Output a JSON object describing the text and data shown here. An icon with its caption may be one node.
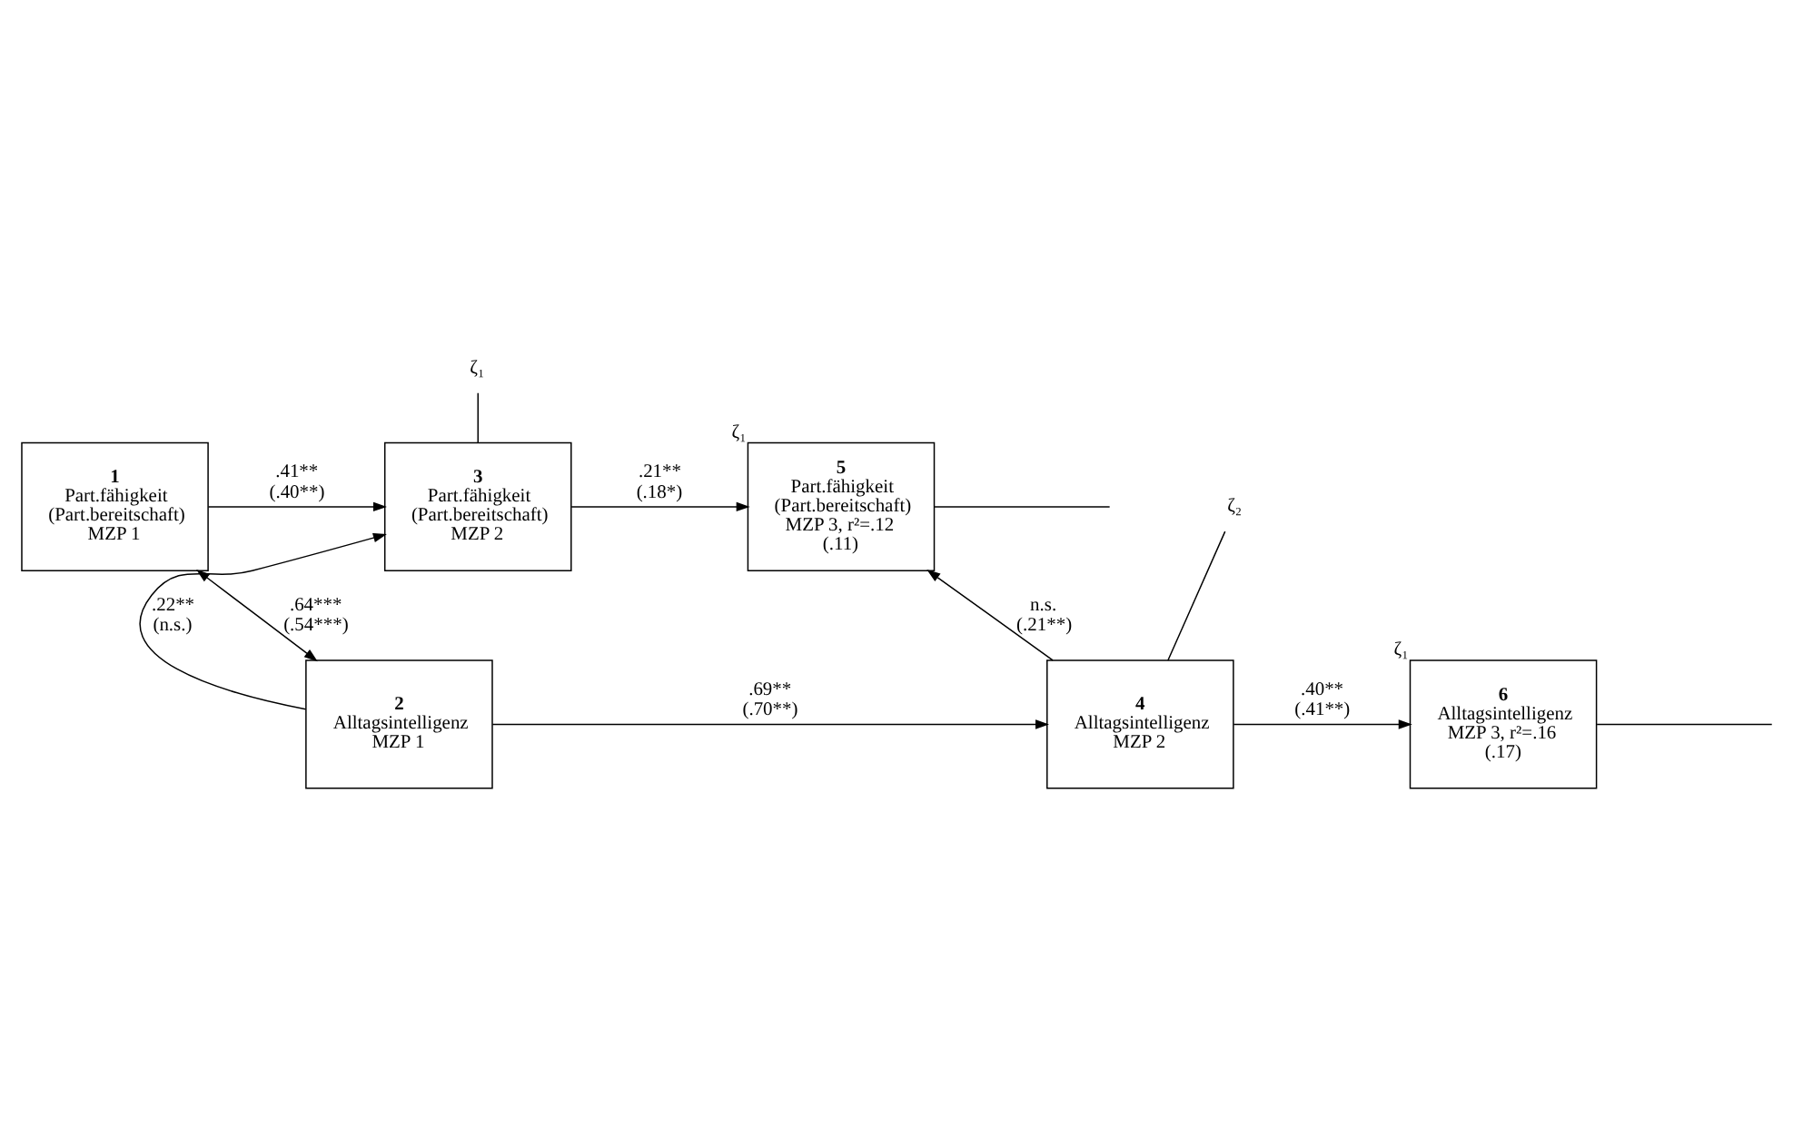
{
  "diagram": {
    "nodes": [
      {
        "text": [
          "ζ₁"
        ]
      },
      {
        "text": [
          "1",
          "Part.fähigkeit (Part.bereitschaft) MZP 1"
        ]
      },
      {
        "text": [
          "3",
          "Part.fähigkeit (Part.bereitschaft) MZP 2"
        ]
      },
      {
        "text": [
          "5",
          "Part.fähigkeit (Part.bereitschaft) MZP 3, r²=.12 (.11)"
        ],
        "beside": [
          "ζ₁"
        ]
      },
      {
        "text": [
          "ζ₂"
        ]
      },
      {
        "text": [
          "2",
          "Alltagsintelligenz",
          "MZP 1"
        ]
      },
      {
        "text": [
          "4",
          "Alltagsintelligenz",
          "MZP 2"
        ]
      },
      {
        "text": [
          "6",
          "Alltagsintelligenz MZP 3, r²=.16 (.17)"
        ],
        "beside": [
          "ζ₁"
        ]
      }
    ],
    "edges": [
      {
        "from": 0,
        "to": 2,
        "arrow": "none"
      },
      {
        "from": 1,
        "to": 2,
        "arrow": "to",
        "label": ".41** (.40**)"
      },
      {
        "from": 2,
        "to": 3,
        "arrow": "to",
        "label": ".21** (.18*)"
      },
      {
        "from": 3,
        "to": null,
        "arrow": "none"
      },
      {
        "from": 1,
        "to": 5,
        "arrow": "both",
        "label": ".64*** (.54***)"
      },
      {
        "from": 5,
        "to": 2,
        "arrow": "to",
        "label": ".22** (n.s.)"
      },
      {
        "from": 4,
        "to": 6,
        "arrow": "none"
      },
      {
        "from": 6,
        "to": 3,
        "arrow": "to",
        "label": "n.s. (.21**)"
      },
      {
        "from": 5,
        "to": 6,
        "arrow": "to",
        "label": ".69** (.70**)"
      },
      {
        "from": 6,
        "to": 7,
        "arrow": "to",
        "label": ".40** (.41**)"
      },
      {
        "from": 7,
        "to": null,
        "arrow": "none"
      }
    ]
  }
}
